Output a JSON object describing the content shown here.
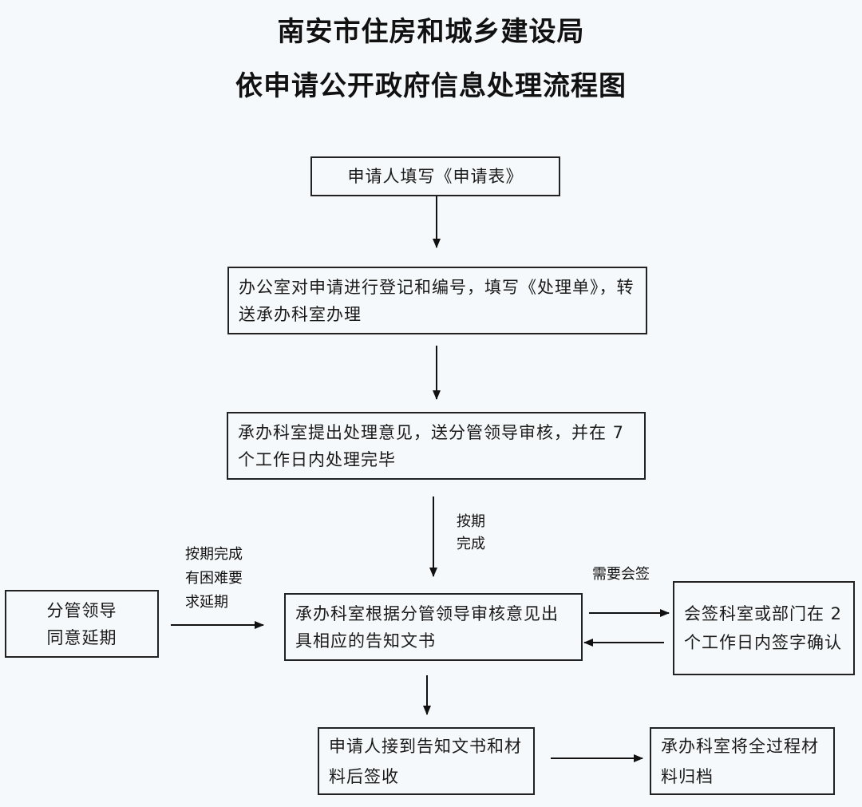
{
  "title": {
    "line1": "南安市住房和城乡建设局",
    "line2": "依申请公开政府信息处理流程图"
  },
  "nodes": {
    "apply": "申请人填写《申请表》",
    "register": "办公室对申请进行登记和编号，填写《处理单》，转送承办科室办理",
    "propose": "承办科室提出处理意见，送分管领导审核，并在 7 个工作日内处理完毕",
    "extension": "分管领导同意延期",
    "issue": "承办科室根据分管领导审核意见出具相应的告知文书",
    "countersign": "会签科室或部门在 2 个工作日内签字确认",
    "receive": "申请人接到告知文书和材料后签收",
    "archive": "承办科室将全过程材料归档"
  },
  "edge_labels": {
    "on_time_1": "按期",
    "on_time_2": "完成",
    "delay_1": "按期完成",
    "delay_2": "有困难要",
    "delay_3": "求延期",
    "countersign_needed": "需要会签"
  }
}
